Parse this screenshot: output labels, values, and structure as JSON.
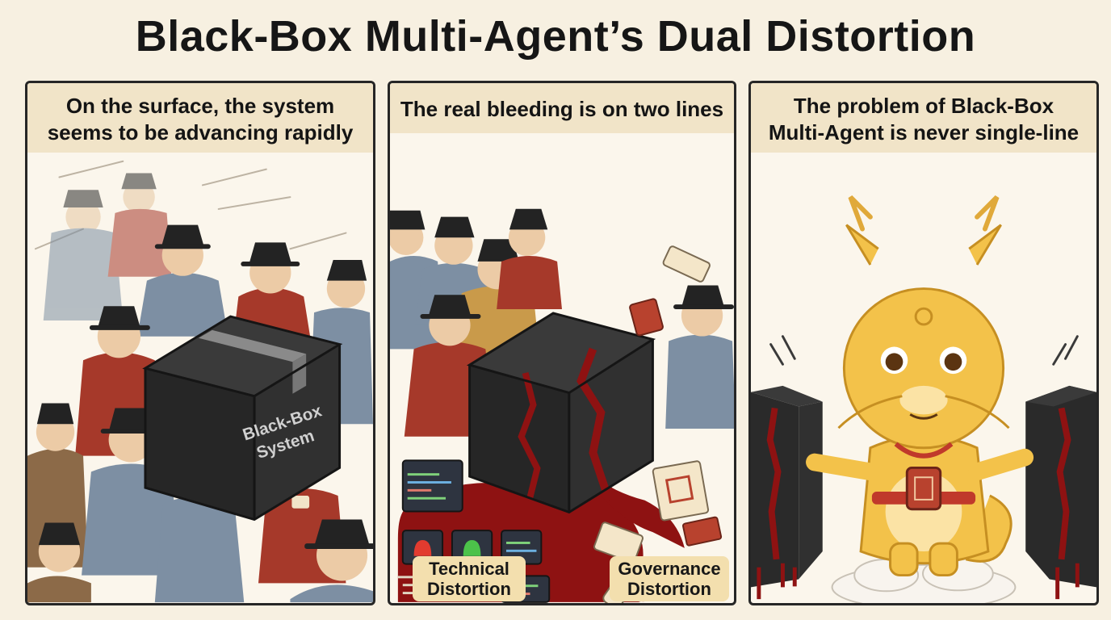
{
  "title": "Black-Box Multi-Agent’s Dual Distortion",
  "panels": [
    {
      "caption_lines": [
        "On the surface, the system",
        "seems to be advancing rapidly"
      ],
      "box_label_lines": [
        "Black-Box",
        "System"
      ]
    },
    {
      "caption_lines": [
        "The real bleeding is on two lines"
      ],
      "tags": [
        "Technical Distortion",
        "Governance Distortion"
      ],
      "tag_lines": [
        [
          "Technical",
          "Distortion"
        ],
        [
          "Governance",
          "Distortion"
        ]
      ]
    },
    {
      "caption_lines": [
        "The problem of Black-Box",
        "Multi-Agent is never single-line"
      ]
    }
  ],
  "colors": {
    "background": "#f7f0e1",
    "caption_band": "#f1e4c8",
    "box": "#2b2b2b",
    "blood": "#8e1212",
    "robe_red": "#a6392a",
    "robe_blue": "#7d8fa3",
    "dragon": "#f3c24a",
    "tag": "#f3dfae"
  }
}
